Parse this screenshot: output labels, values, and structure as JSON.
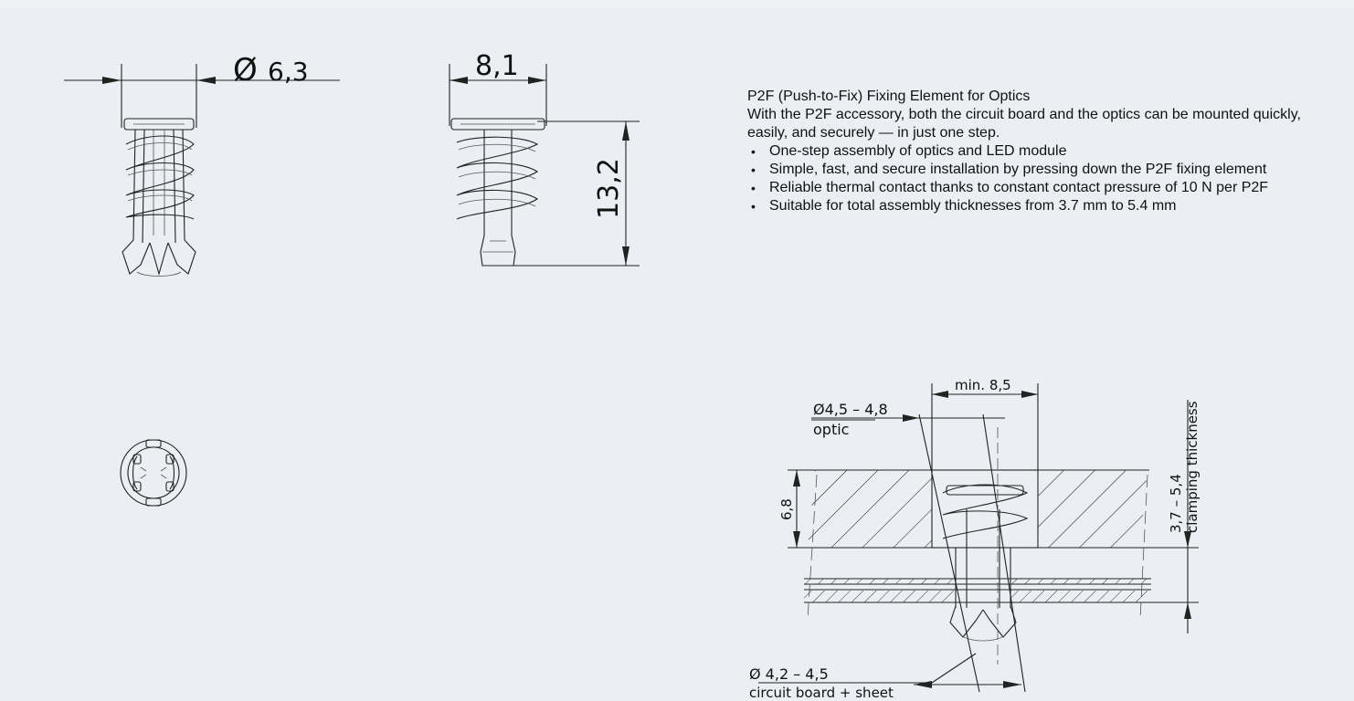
{
  "info": {
    "title": "P2F (Push-to-Fix) Fixing Element for Optics",
    "intro": "With the P2F accessory, both the circuit board and the optics can be mounted quickly, easily, and securely — in just one step.",
    "bullets": [
      "One-step assembly of optics and LED module",
      "Simple, fast, and secure installation by pressing down the P2F fixing element",
      "Reliable thermal contact thanks to constant contact pressure of 10 N per P2F",
      "Suitable for total assembly thicknesses from 3.7 mm to 5.4 mm"
    ]
  },
  "dims": {
    "diameter_symbol": "Ø",
    "front_width": "6,3",
    "side_width": "8,1",
    "side_height": "13,2",
    "min_width": "min. 8,5",
    "optic_diameter": "Ø4,5 – 4,8",
    "optic_label": "optic",
    "left_height": "6,8",
    "clamp_range": "3,7 – 5,4",
    "clamp_label": "clamping thickness",
    "board_diameter": "Ø 4,2 – 4,5",
    "board_label": "circuit board + sheet"
  },
  "colors": {
    "background": "#ebeef2",
    "line": "#222222"
  }
}
